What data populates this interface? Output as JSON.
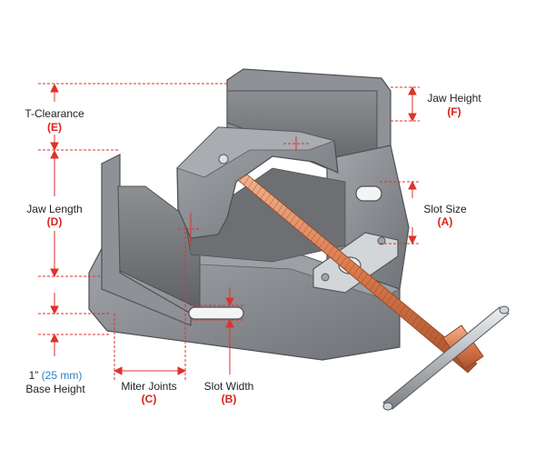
{
  "dimensions": {
    "t_clearance": {
      "label": "T-Clearance",
      "code": "(E)"
    },
    "jaw_length": {
      "label": "Jaw Length",
      "code": "(D)"
    },
    "base_height": {
      "inch": "1”",
      "mm": "(25 mm)",
      "label": "Base Height"
    },
    "miter_joints": {
      "label": "Miter Joints",
      "code": "(C)"
    },
    "slot_width": {
      "label": "Slot Width",
      "code": "(B)"
    },
    "jaw_height": {
      "label": "Jaw Height",
      "code": "(F)"
    },
    "slot_size": {
      "label": "Slot Size",
      "code": "(A)"
    }
  },
  "colors": {
    "dimension_line": "#e0322b",
    "code_text": "#d9231d",
    "metric_text": "#2b7fc3",
    "body_gray": "#8a8d91",
    "jaw_face": "#77797d",
    "screw_copper": "#d98a5c",
    "handle_steel": "#b9bcc0"
  }
}
